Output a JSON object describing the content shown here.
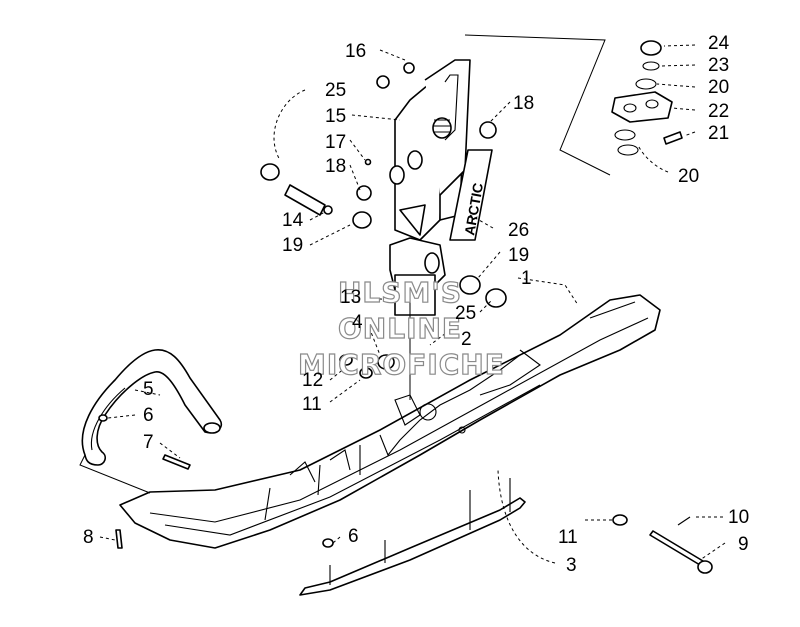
{
  "watermark": {
    "line1": "HLSM'S",
    "line2": "ONLINE",
    "line3": "MICROFICHE"
  },
  "decal_text": "ARCTIC",
  "callouts": [
    {
      "id": "c1",
      "label": "1"
    },
    {
      "id": "c2",
      "label": "2"
    },
    {
      "id": "c3",
      "label": "3"
    },
    {
      "id": "c4",
      "label": "4"
    },
    {
      "id": "c5",
      "label": "5"
    },
    {
      "id": "c6a",
      "label": "6"
    },
    {
      "id": "c6b",
      "label": "6"
    },
    {
      "id": "c7",
      "label": "7"
    },
    {
      "id": "c8",
      "label": "8"
    },
    {
      "id": "c9",
      "label": "9"
    },
    {
      "id": "c10",
      "label": "10"
    },
    {
      "id": "c11a",
      "label": "11"
    },
    {
      "id": "c11b",
      "label": "11"
    },
    {
      "id": "c12",
      "label": "12"
    },
    {
      "id": "c13",
      "label": "13"
    },
    {
      "id": "c14",
      "label": "14"
    },
    {
      "id": "c15",
      "label": "15"
    },
    {
      "id": "c16",
      "label": "16"
    },
    {
      "id": "c17",
      "label": "17"
    },
    {
      "id": "c18a",
      "label": "18"
    },
    {
      "id": "c18b",
      "label": "18"
    },
    {
      "id": "c19a",
      "label": "19"
    },
    {
      "id": "c19b",
      "label": "19"
    },
    {
      "id": "c20a",
      "label": "20"
    },
    {
      "id": "c20b",
      "label": "20"
    },
    {
      "id": "c21",
      "label": "21"
    },
    {
      "id": "c22",
      "label": "22"
    },
    {
      "id": "c23",
      "label": "23"
    },
    {
      "id": "c24",
      "label": "24"
    },
    {
      "id": "c25a",
      "label": "25"
    },
    {
      "id": "c25b",
      "label": "25"
    },
    {
      "id": "c26",
      "label": "26"
    }
  ]
}
